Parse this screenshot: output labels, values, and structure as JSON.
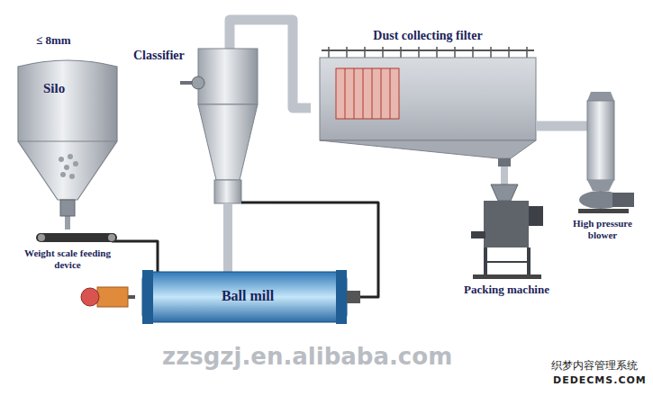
{
  "diagram": {
    "nodes": [
      {
        "text": [
          "Silo"
        ]
      },
      {
        "text": [
          "Weight scale feeding device"
        ]
      },
      {
        "text": [
          "Ball mill"
        ]
      },
      {
        "text": [
          "Classifier"
        ]
      },
      {
        "text": [
          "Dust collecting filter"
        ]
      },
      {
        "text": [
          "High pressure blower"
        ]
      },
      {
        "text": [
          "Packing machine"
        ]
      }
    ],
    "edges": [
      {
        "from": 0,
        "to": 1,
        "arrow": "none"
      },
      {
        "from": 1,
        "to": 2,
        "arrow": "none"
      },
      {
        "from": 2,
        "to": 3,
        "arrow": "none"
      },
      {
        "from": 3,
        "to": 2,
        "arrow": "none"
      },
      {
        "from": 3,
        "to": 4,
        "arrow": "none"
      },
      {
        "from": 4,
        "to": 5,
        "arrow": "none"
      },
      {
        "from": 4,
        "to": 6,
        "arrow": "none"
      }
    ],
    "labels": [
      "≤ 8mm",
      "zzsgzj.en.alibaba.com",
      "织梦内容管理系统",
      "DEDECMS.COM"
    ]
  }
}
